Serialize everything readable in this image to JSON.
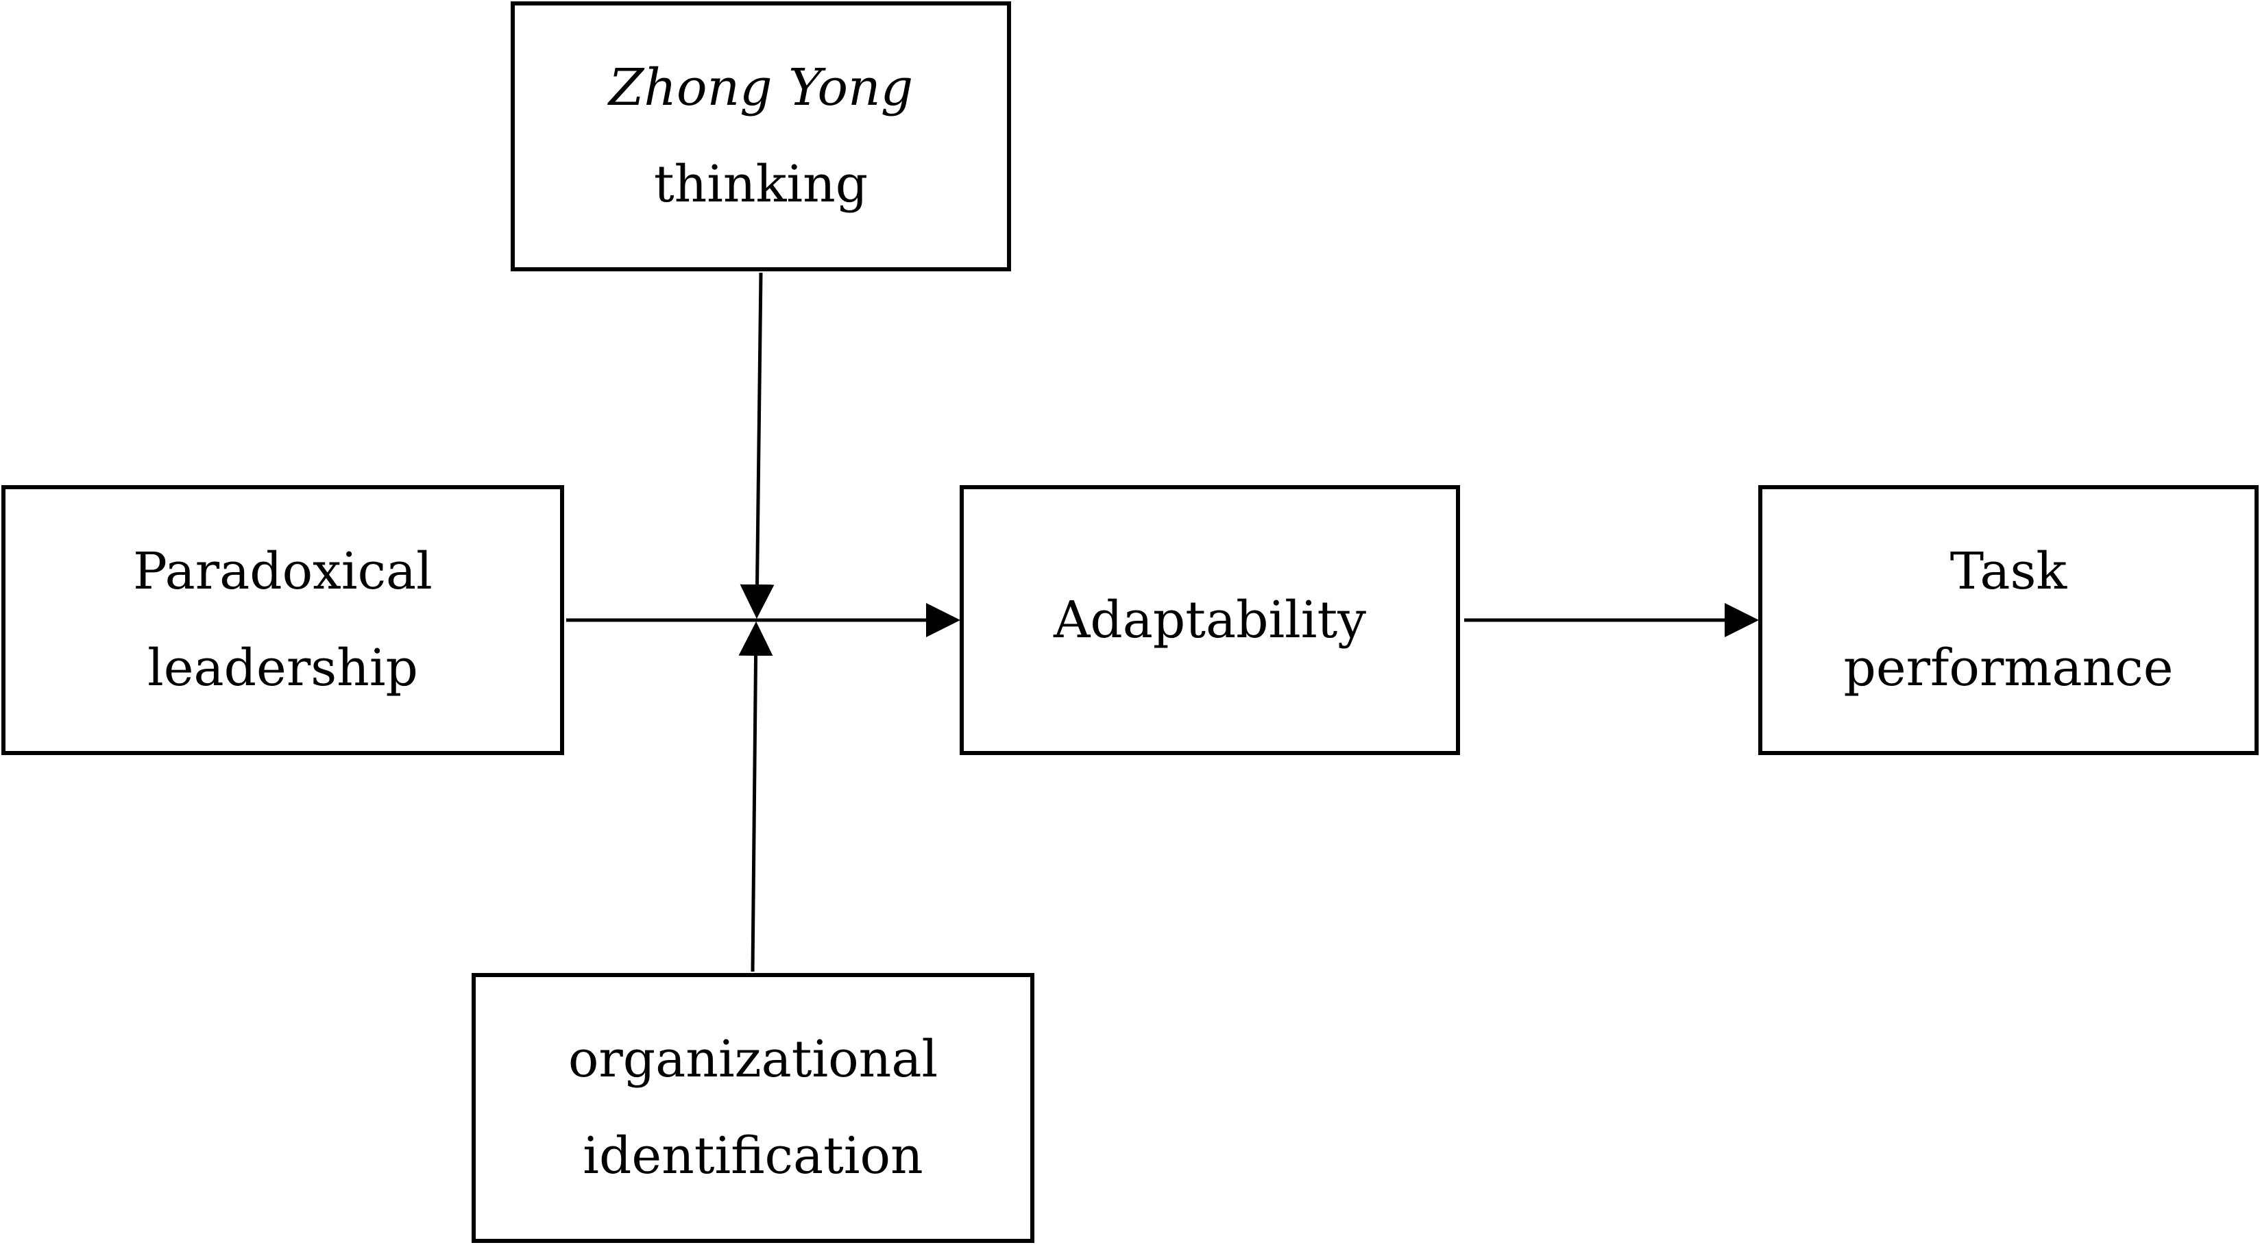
{
  "nodes": {
    "zhong_yong": {
      "line1": "Zhong Yong",
      "line2": "thinking"
    },
    "paradoxical": {
      "line1": "Paradoxical",
      "line2": "leadership"
    },
    "adaptability": {
      "line1": "Adaptability"
    },
    "task": {
      "line1": "Task",
      "line2": "performance"
    },
    "org": {
      "line1": "organizational",
      "line2": "identification"
    }
  },
  "edges": [
    {
      "from": "paradoxical",
      "to": "adaptability"
    },
    {
      "from": "adaptability",
      "to": "task"
    },
    {
      "from": "zhong_yong",
      "to": "paradoxical-adaptability-path"
    },
    {
      "from": "org",
      "to": "paradoxical-adaptability-path"
    }
  ],
  "colors": {
    "stroke": "#000000",
    "fill": "#ffffff"
  }
}
